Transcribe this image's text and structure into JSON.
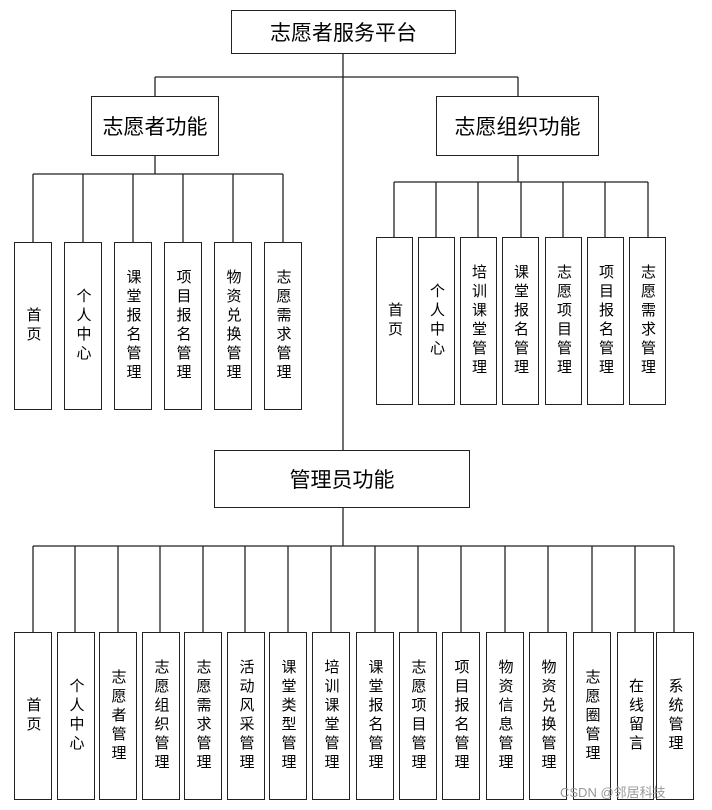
{
  "root": {
    "label": "志愿者服务平台"
  },
  "volunteer": {
    "label": "志愿者功能",
    "items": [
      "首页",
      "个人中心",
      "课堂报名管理",
      "项目报名管理",
      "物资兑换管理",
      "志愿需求管理"
    ]
  },
  "organization": {
    "label": "志愿组织功能",
    "items": [
      "首页",
      "个人中心",
      "培训课堂管理",
      "课堂报名管理",
      "志愿项目管理",
      "项目报名管理",
      "志愿需求管理"
    ]
  },
  "admin": {
    "label": "管理员功能",
    "items": [
      "首页",
      "个人中心",
      "志愿者管理",
      "志愿组织管理",
      "志愿需求管理",
      "活动风采管理",
      "课堂类型管理",
      "培训课堂管理",
      "课堂报名管理",
      "志愿项目管理",
      "项目报名管理",
      "物资信息管理",
      "物资兑换管理",
      "志愿圈管理",
      "在线留言",
      "系统管理"
    ]
  },
  "watermark": "CSDN @邻居科技"
}
